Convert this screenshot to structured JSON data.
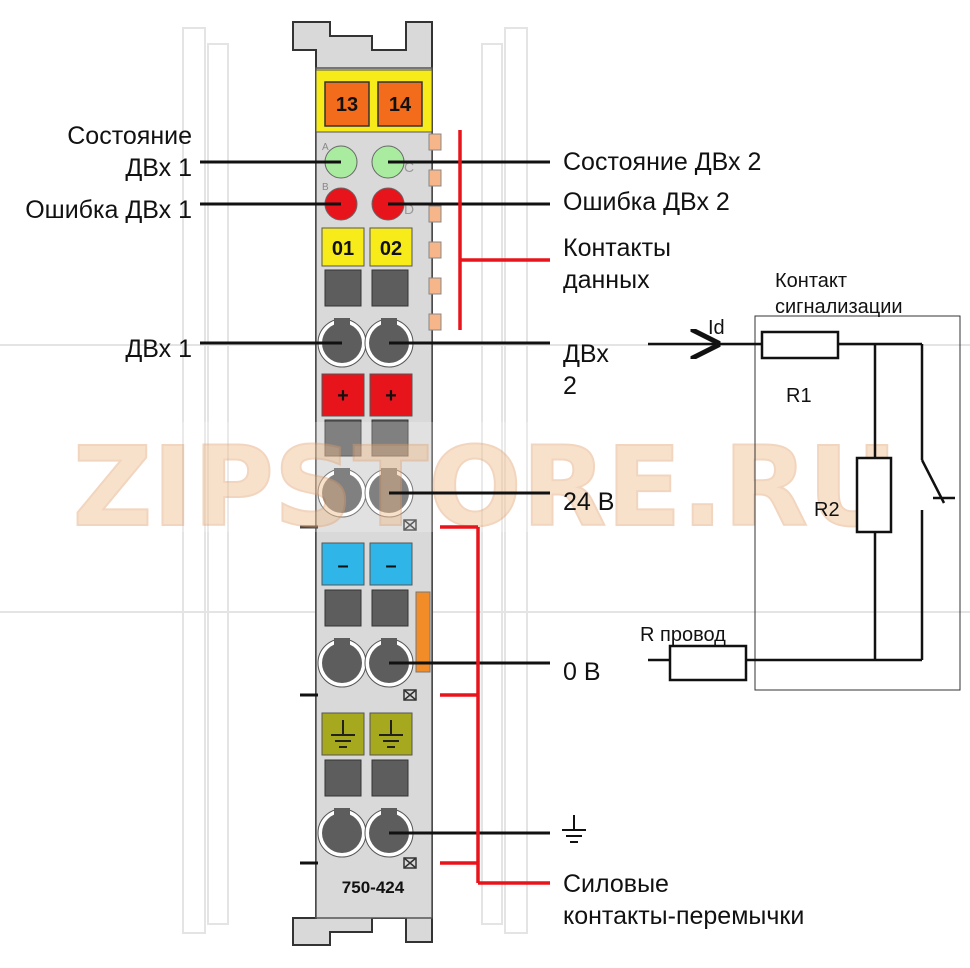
{
  "module": {
    "top_tags": [
      "13",
      "14"
    ],
    "channel_tags": [
      "01",
      "02"
    ],
    "plus_tag": "+",
    "minus_tag": "–",
    "model": "750-424",
    "led_letters": [
      "A",
      "B",
      "C",
      "D"
    ]
  },
  "labels": {
    "status1_line1": "Состояние",
    "status1_line2": "ДВх 1",
    "error1": "Ошибка ДВх 1",
    "input1": "ДВх 1",
    "status2": "Состояние ДВх 2",
    "error2": "Ошибка ДВх 2",
    "data_contacts_line1": "Контакты",
    "data_contacts_line2": "данных",
    "input2_line1": "ДВх",
    "input2_line2": "2",
    "v24": "24 В",
    "v0": "0 В",
    "power_contacts_line1": "Силовые",
    "power_contacts_line2": "контакты-перемычки"
  },
  "circuit": {
    "title_line1": "Контакт",
    "title_line2": "сигнализации",
    "current": "Id",
    "r1": "R1",
    "r2": "R2",
    "r_wire": "R провод"
  },
  "watermark": "ZIPSTORE.RU",
  "colors": {
    "orange": "#f26c1c",
    "yellow": "#f7ec1a",
    "red": "#e8141c",
    "blue": "#2fb5e8",
    "olive": "#a6a81e",
    "green_led": "#a9ec9f",
    "gray_body": "#d9d9d9"
  }
}
